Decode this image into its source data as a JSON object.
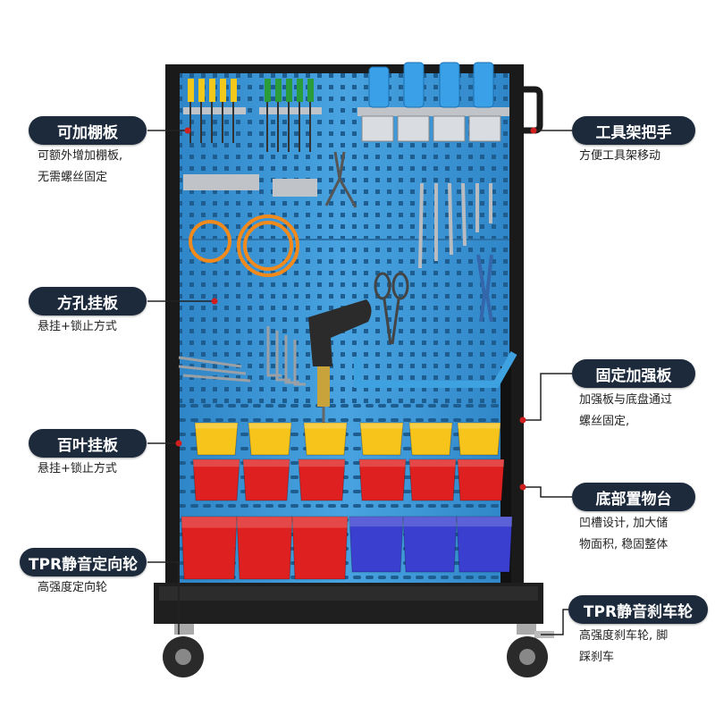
{
  "colors": {
    "frame": "#1a1a1a",
    "pegboard": "#3c95d5",
    "pegboard_hole": "#1d5d8f",
    "bin_yellow": "#f7c41b",
    "bin_red": "#df2020",
    "bin_blue": "#3a3fd0",
    "wheel": "#2a2a2a",
    "tag_bg": "#1d2a3c",
    "tag_dot": "#d01f1f"
  },
  "callouts": {
    "shelf": {
      "title": "可加棚板",
      "lines": [
        "可额外增加棚板,",
        "无需螺丝固定"
      ]
    },
    "square_hole": {
      "title": "方孔挂板",
      "lines": [
        "悬挂+锁止方式"
      ]
    },
    "louver": {
      "title": "百叶挂板",
      "lines": [
        "悬挂+锁止方式"
      ]
    },
    "fixed_wheel": {
      "title": "TPR静音定向轮",
      "lines": [
        "高强度定向轮"
      ]
    },
    "handle": {
      "title": "工具架把手",
      "lines": [
        "方便工具架移动"
      ]
    },
    "reinforce": {
      "title": "固定加强板",
      "lines": [
        "加强板与底盘通过",
        "螺丝固定,"
      ]
    },
    "bottom_tray": {
      "title": "底部置物台",
      "lines": [
        "凹槽设计, 加大储",
        "物面积, 稳固整体"
      ]
    },
    "brake_wheel": {
      "title": "TPR静音刹车轮",
      "lines": [
        "高强度刹车轮, 脚",
        "踩刹车"
      ]
    }
  },
  "product_photo": {
    "icons": [
      "tool-cart",
      "screwdriver-icon",
      "bottle-icon",
      "pliers-icon",
      "wrench-icon",
      "drill-icon",
      "hex-key-icon",
      "wheel-icon"
    ]
  }
}
